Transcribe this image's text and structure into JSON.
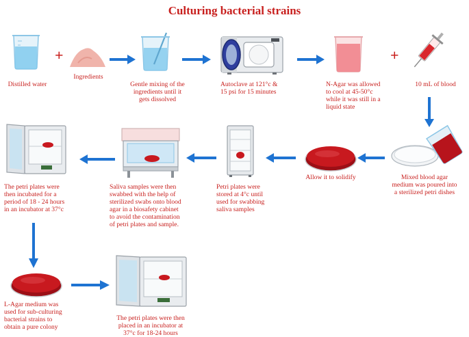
{
  "title": "Culturing bacterial strains",
  "plus_sign": "+",
  "steps": {
    "distilled_water": "Distilled water",
    "ingredients": "Ingredients",
    "gentle_mixing": "Gentle mixing of the\ningredients until it\ngets dissolved",
    "autoclave": "Autoclave at 121°c &\n15 psi for 15 minutes",
    "nagar_cool": "N-Agar was allowed\nto cool at 45-50°c\nwhile it was still in a\nliquid state",
    "blood": "10 mL of blood",
    "mixed_blood_agar": "Mixed blood agar\nmedium was poured into\na sterilized petri dishes",
    "solidify": "Allow it to solidify",
    "stored_4c": "Petri plates were\nstored at 4°c until\nused for swabbing\nsaliva samples",
    "saliva_swabbed": "Saliva samples were then\nswabbed with the help of\nsterilized swabs onto blood\nagar in a biosafety cabinet\nto avoid the contamination\nof petri plates and sample.",
    "incubated_37c": "The petri plates were\nthen incubated for a\nperiod of 18 - 24 hours\nin an incubator at 37°c",
    "lagar_subculture": "L-Agar medium was\nused for sub-culturing\nbacterial strains to\nobtain a pure colony",
    "incubator_final": "The petri plates were then\nplaced in an incubator at\n37°c for 18-24 hours"
  },
  "colors": {
    "accent_red": "#c8201e",
    "arrow_blue": "#1e73d2",
    "agar_red": "#c0161d",
    "glass_blue": "#bfe3f5"
  }
}
